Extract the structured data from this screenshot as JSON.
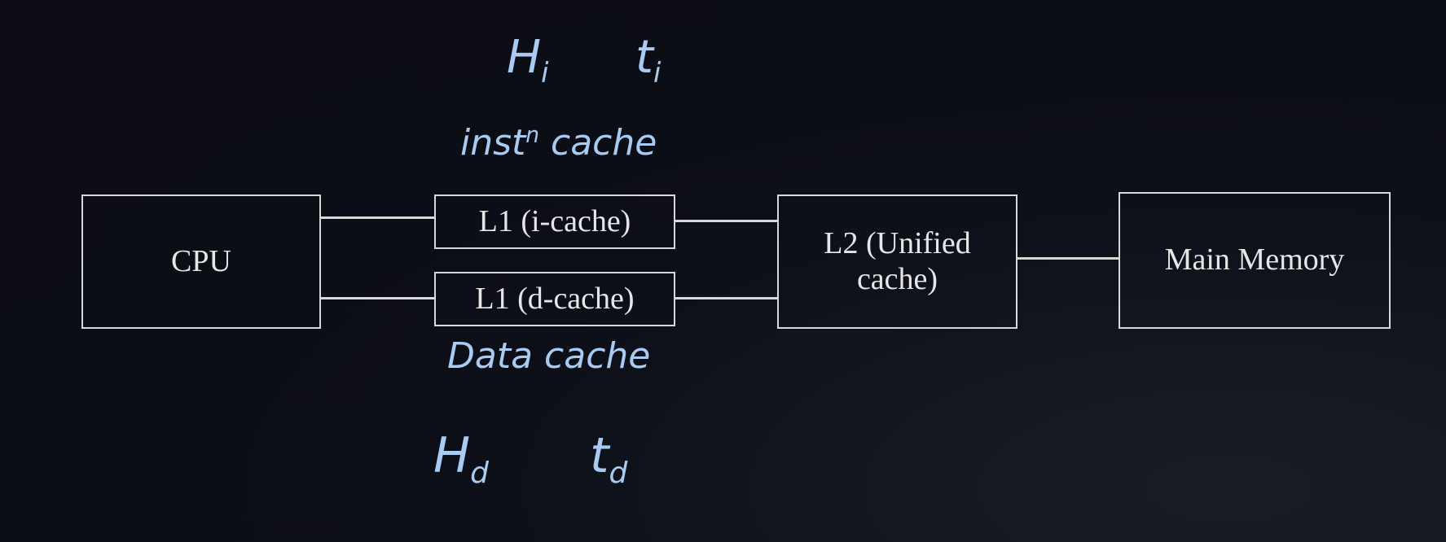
{
  "diagram": {
    "boxes": {
      "cpu": "CPU",
      "l1_icache": "L1 (i-cache)",
      "l1_dcache": "L1 (d-cache)",
      "l2_line1": "L2 (Unified",
      "l2_line2": "cache)",
      "main_memory": "Main Memory"
    },
    "annotations": {
      "hit_i": "H",
      "hit_i_sub": "i",
      "time_i": "t",
      "time_i_sub": "i",
      "instr_cache": "inst",
      "instr_cache_sup": "n",
      "instr_cache_word": "cache",
      "data_cache": "Data cache",
      "hit_d": "H",
      "hit_d_sub": "d",
      "time_d": "t",
      "time_d_sub": "d"
    },
    "colors": {
      "box_stroke": "#d8d8d8",
      "handwriting": "#a9cbf2",
      "background": "#0d0f18"
    }
  }
}
